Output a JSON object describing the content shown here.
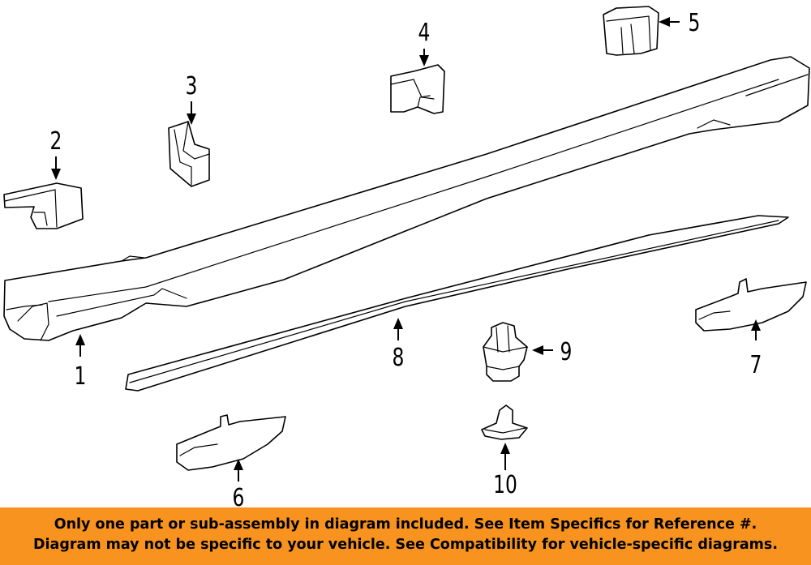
{
  "callouts": {
    "c1": "1",
    "c2": "2",
    "c3": "3",
    "c4": "4",
    "c5": "5",
    "c6": "6",
    "c7": "7",
    "c8": "8",
    "c9": "9",
    "c10": "10"
  },
  "disclaimer": {
    "line1": "Only one part or sub-assembly in diagram included. See Item Specifics for Reference #.",
    "line2": "Diagram may not be specific to your vehicle. See Compatibility for vehicle-specific diagrams."
  },
  "colors": {
    "banner": "#f7931e",
    "line": "#000000",
    "background": "#ffffff"
  }
}
